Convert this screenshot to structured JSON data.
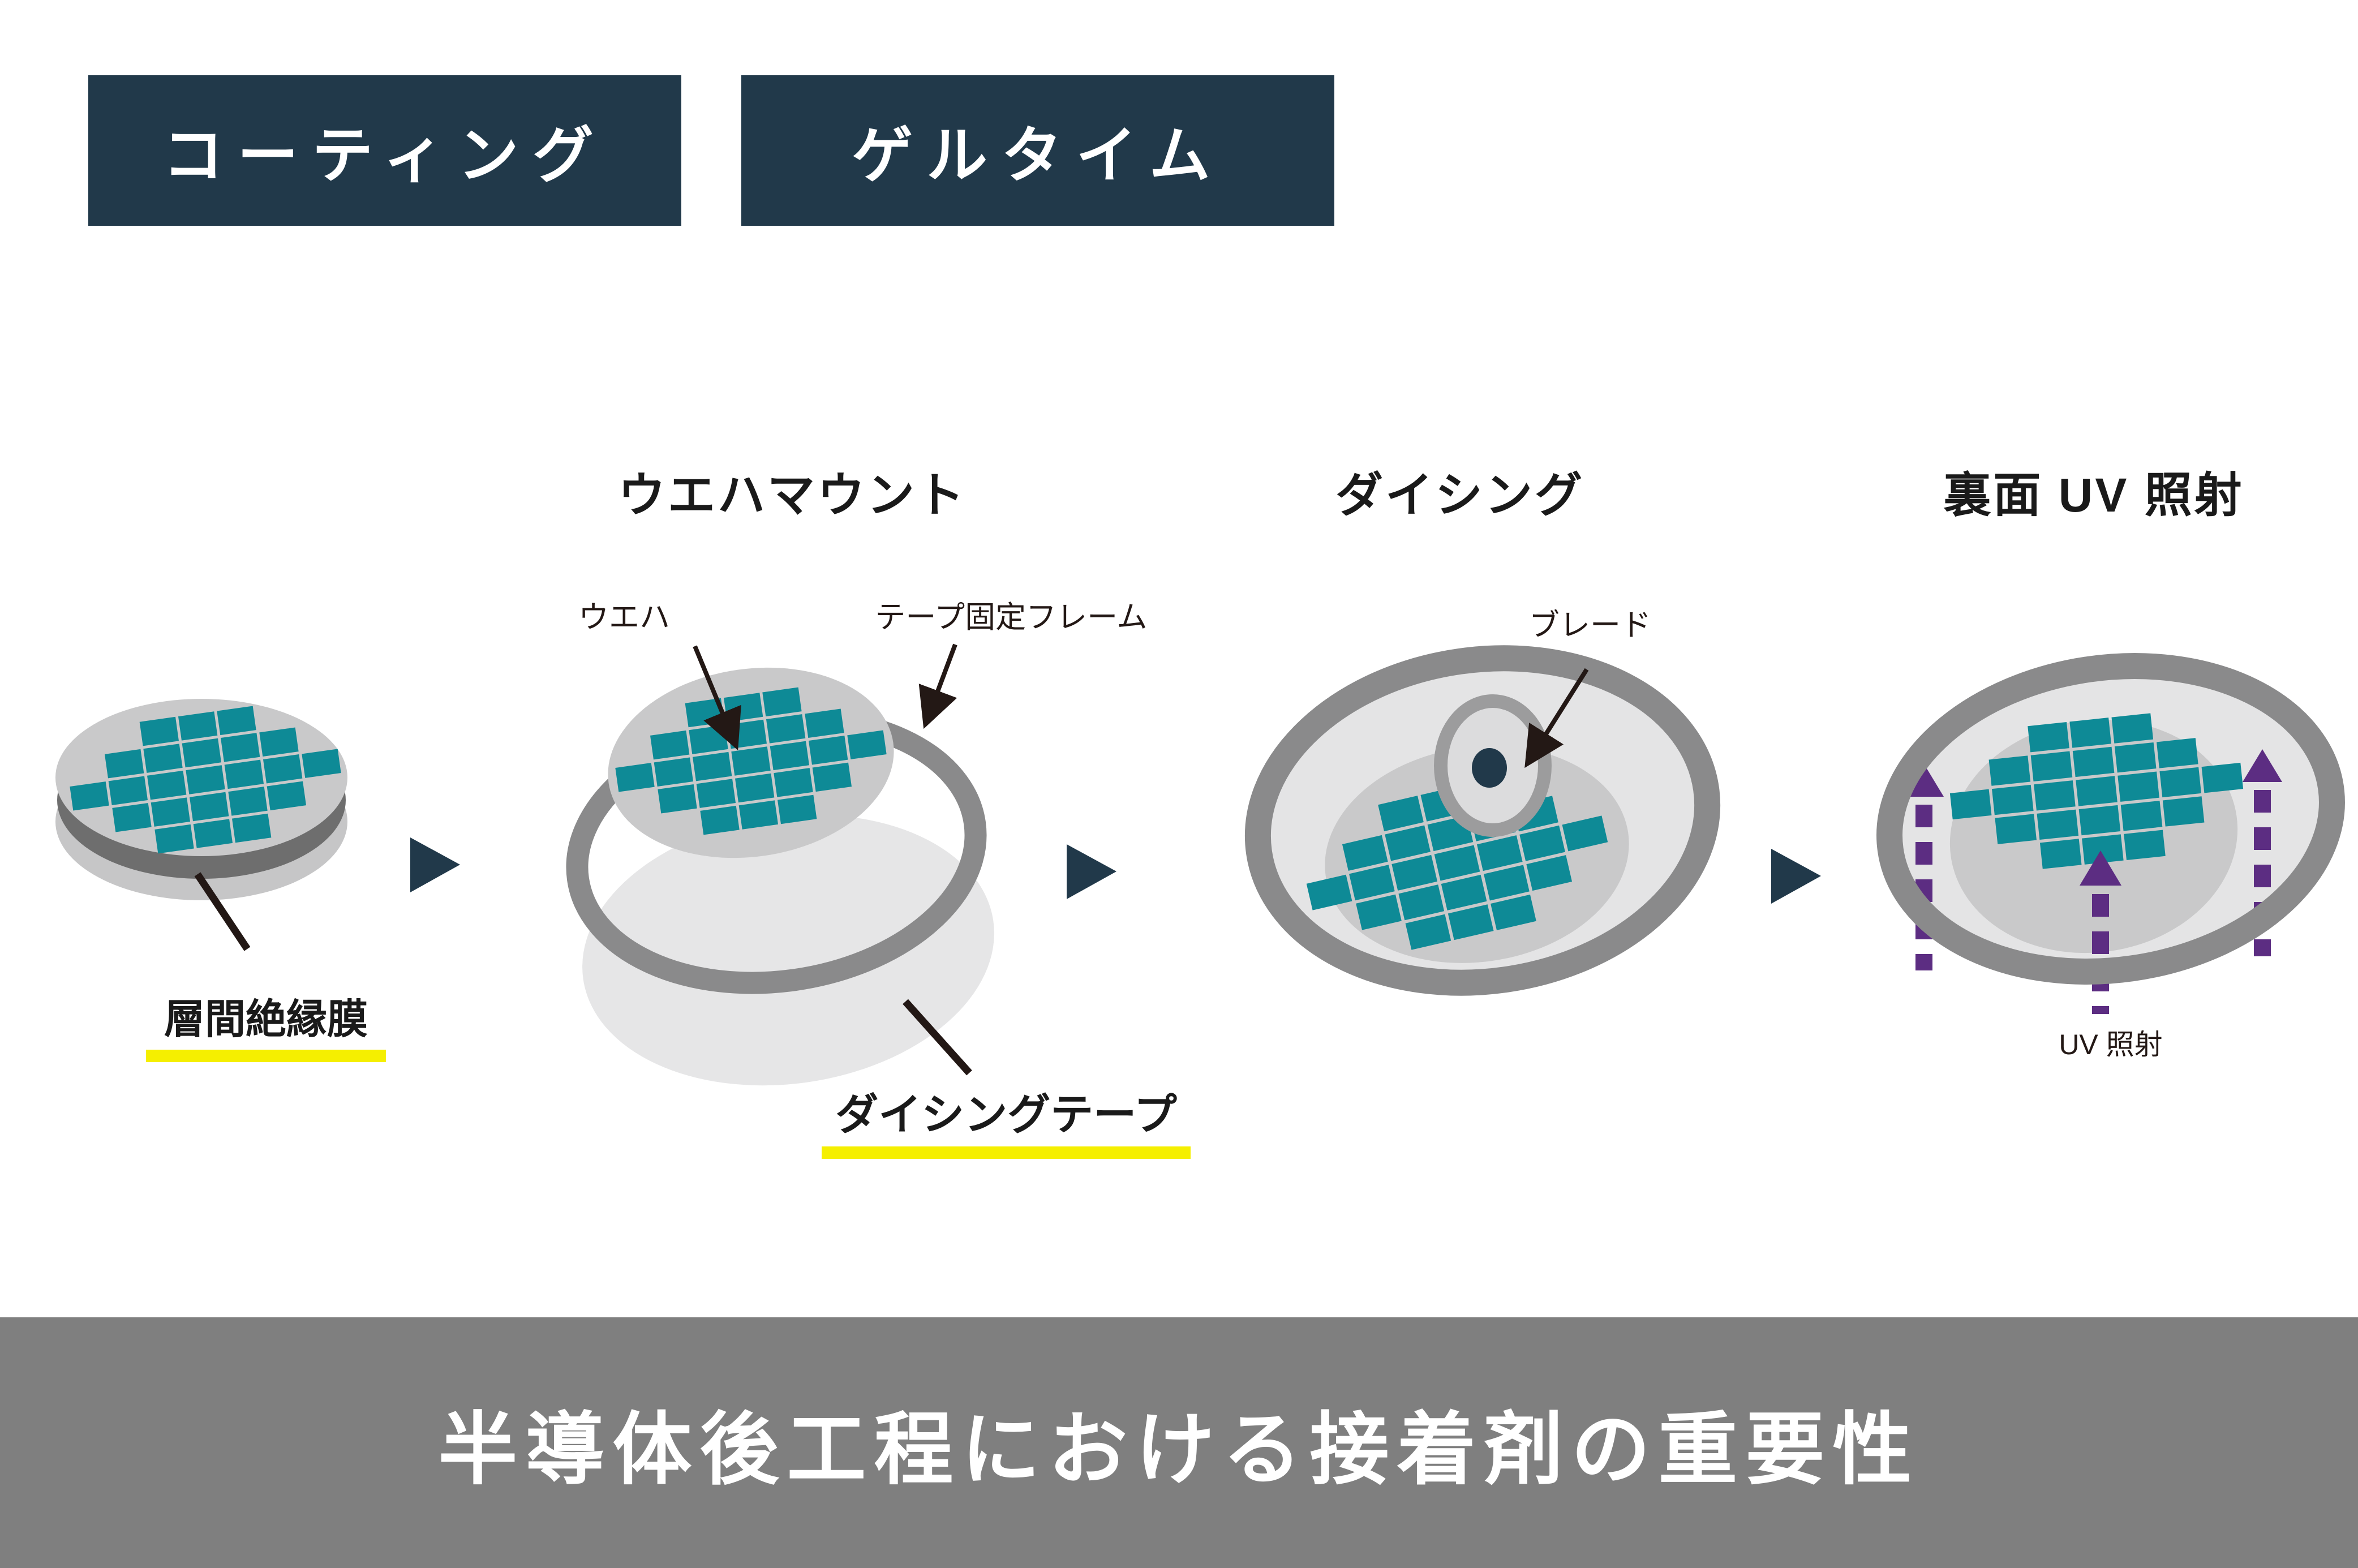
{
  "tags": [
    {
      "label": "コーティング"
    },
    {
      "label": "ゲルタイム"
    }
  ],
  "stages": [
    {
      "name": "coated-wafer",
      "callouts": {
        "film": "層間絶縁膜"
      }
    },
    {
      "name": "wafer-mount",
      "title": "ウエハマウント",
      "callouts": {
        "wafer": "ウエハ",
        "frame": "テープ固定フレーム",
        "tape": "ダイシングテープ"
      }
    },
    {
      "name": "dicing",
      "title": "ダイシング",
      "callouts": {
        "blade": "ブレード"
      }
    },
    {
      "name": "backside-uv",
      "title": "裏面 UV 照射",
      "callouts": {
        "uv": "UV 照射"
      }
    }
  ],
  "footer": {
    "title": "半導体後工程における接着剤の重要性"
  },
  "colors": {
    "navy": "#21394a",
    "teal": "#0e8a96",
    "purple": "#5c2d82",
    "yellow": "#f5ef00",
    "ink": "#231815",
    "ring_gray": "#8a8a8b",
    "interior_gray": "#e4e4e5",
    "wafer_gray": "#c9c9ca",
    "tape_gray": "#e6e6e7",
    "film_gray": "#6e6e6e",
    "disc_bottom_gray": "#c6c6c7",
    "blade_gray": "#dcdcdd",
    "blade_ring_gray": "#9c9c9d",
    "band_gray": "#7f7f7f"
  }
}
